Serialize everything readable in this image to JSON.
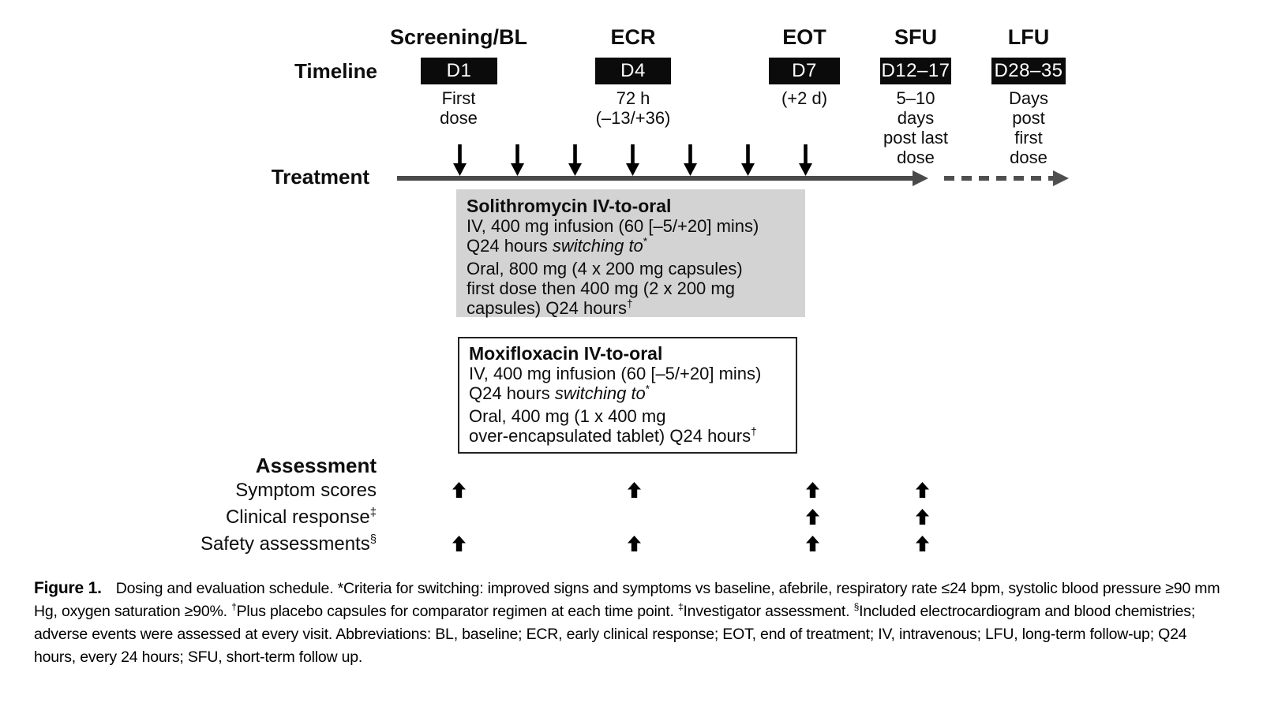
{
  "labels": {
    "timeline": "Timeline",
    "treatment": "Treatment",
    "assessment": "Assessment"
  },
  "columns": [
    {
      "phase": "Screening/BL",
      "day": "D1",
      "note": "First\ndose"
    },
    {
      "phase": "ECR",
      "day": "D4",
      "note": "72 h\n(–13/+36)"
    },
    {
      "phase": "EOT",
      "day": "D7",
      "note": "(+2 d)"
    },
    {
      "phase": "SFU",
      "day": "D12–17",
      "note": "5–10\ndays\npost last\ndose"
    },
    {
      "phase": "LFU",
      "day": "D28–35",
      "note": "Days\npost\nfirst\ndose"
    }
  ],
  "treatment": {
    "dose_arrow_count": 7
  },
  "treatment_arms": [
    {
      "title": "Solithromycin IV-to-oral",
      "iv_text": "IV, 400 mg infusion (60 [–5/+20] mins)\nQ24 hours ",
      "iv_italic": "switching to",
      "iv_sup": "*",
      "oral_text": "Oral, 800 mg (4 x 200 mg capsules)\nfirst dose then 400 mg (2 x 200 mg\ncapsules) Q24 hours",
      "oral_sup": "†"
    },
    {
      "title": "Moxifloxacin IV-to-oral",
      "iv_text": "IV, 400 mg infusion (60 [–5/+20] mins)\nQ24 hours ",
      "iv_italic": "switching to",
      "iv_sup": "*",
      "oral_text": "Oral, 400 mg (1 x 400 mg\nover-encapsulated tablet) Q24 hours",
      "oral_sup": "†"
    }
  ],
  "assessment": {
    "rows": [
      {
        "label": "Symptom scores",
        "sup": "",
        "marks": [
          1,
          1,
          1,
          1,
          0
        ]
      },
      {
        "label": "Clinical response",
        "sup": "‡",
        "marks": [
          0,
          0,
          1,
          1,
          0
        ]
      },
      {
        "label": "Safety assessments",
        "sup": "§",
        "marks": [
          1,
          1,
          1,
          1,
          0
        ]
      }
    ]
  },
  "caption": {
    "label": "Figure 1.",
    "s1": "Dosing and evaluation schedule. *Criteria for switching: improved signs and symptoms vs baseline, afebrile, respiratory rate ≤24 bpm, systolic blood pressure ≥90 mm Hg, oxygen saturation ≥90%. ",
    "sup1": "†",
    "s2": "Plus placebo capsules for comparator regimen at each time point. ",
    "sup2": "‡",
    "s3": "Investigator assessment. ",
    "sup3": "§",
    "s4": "Included electrocardiogram and blood chemistries; adverse events were assessed at every visit. Abbreviations: BL, baseline; ECR, early clinical response; EOT, end of treatment; IV, intravenous; LFU, long-term follow-up; Q24 hours, every 24 hours; SFU, short-term follow up."
  },
  "colors": {
    "day_box_bg": "#0b0b0b",
    "day_box_text": "#ffffff",
    "solithromycin_box_bg": "#d3d3d3",
    "timeline_line": "#4a4a4a",
    "arrow": "#000000"
  }
}
